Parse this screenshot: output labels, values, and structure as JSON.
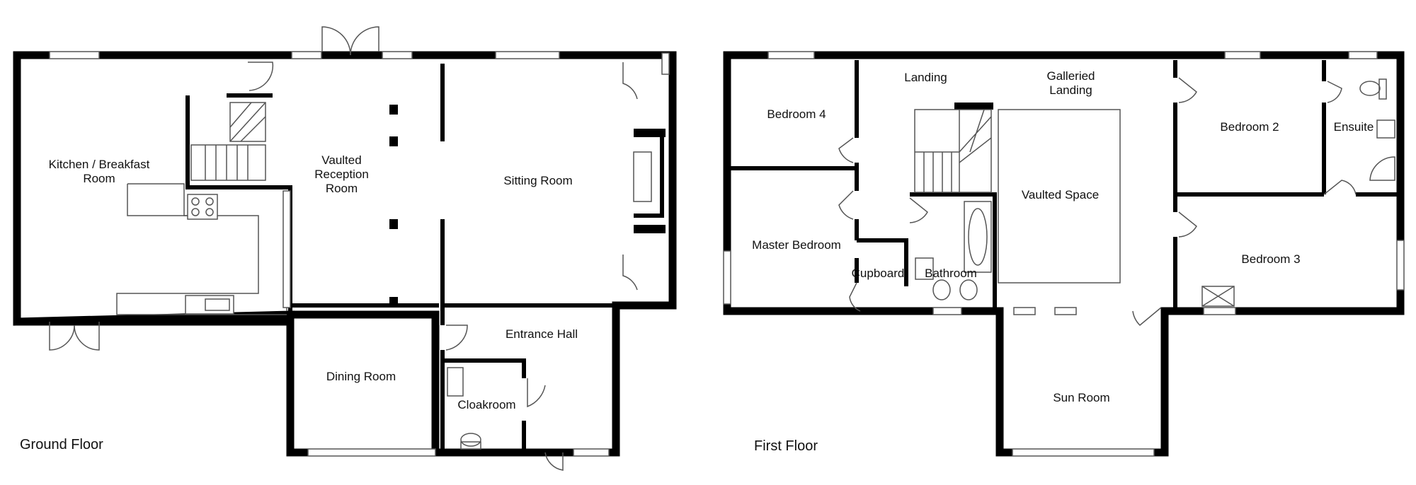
{
  "floors": {
    "ground": {
      "title": "Ground Floor",
      "rooms": {
        "kitchen": "Kitchen / Breakfast Room",
        "vaulted_reception": "Vaulted Reception Room",
        "sitting_room": "Sitting Room",
        "dining_room": "Dining Room",
        "entrance_hall": "Entrance Hall",
        "cloakroom": "Cloakroom"
      }
    },
    "first": {
      "title": "First Floor",
      "rooms": {
        "bedroom4": "Bedroom 4",
        "landing": "Landing",
        "galleried_landing": "Galleried Landing",
        "bedroom2": "Bedroom 2",
        "ensuite": "Ensuite",
        "vaulted_space": "Vaulted Space",
        "master_bedroom": "Master Bedroom",
        "cupboard": "Cupboard",
        "bathroom": "Bathroom",
        "bedroom3": "Bedroom 3",
        "sun_room": "Sun Room"
      }
    }
  }
}
